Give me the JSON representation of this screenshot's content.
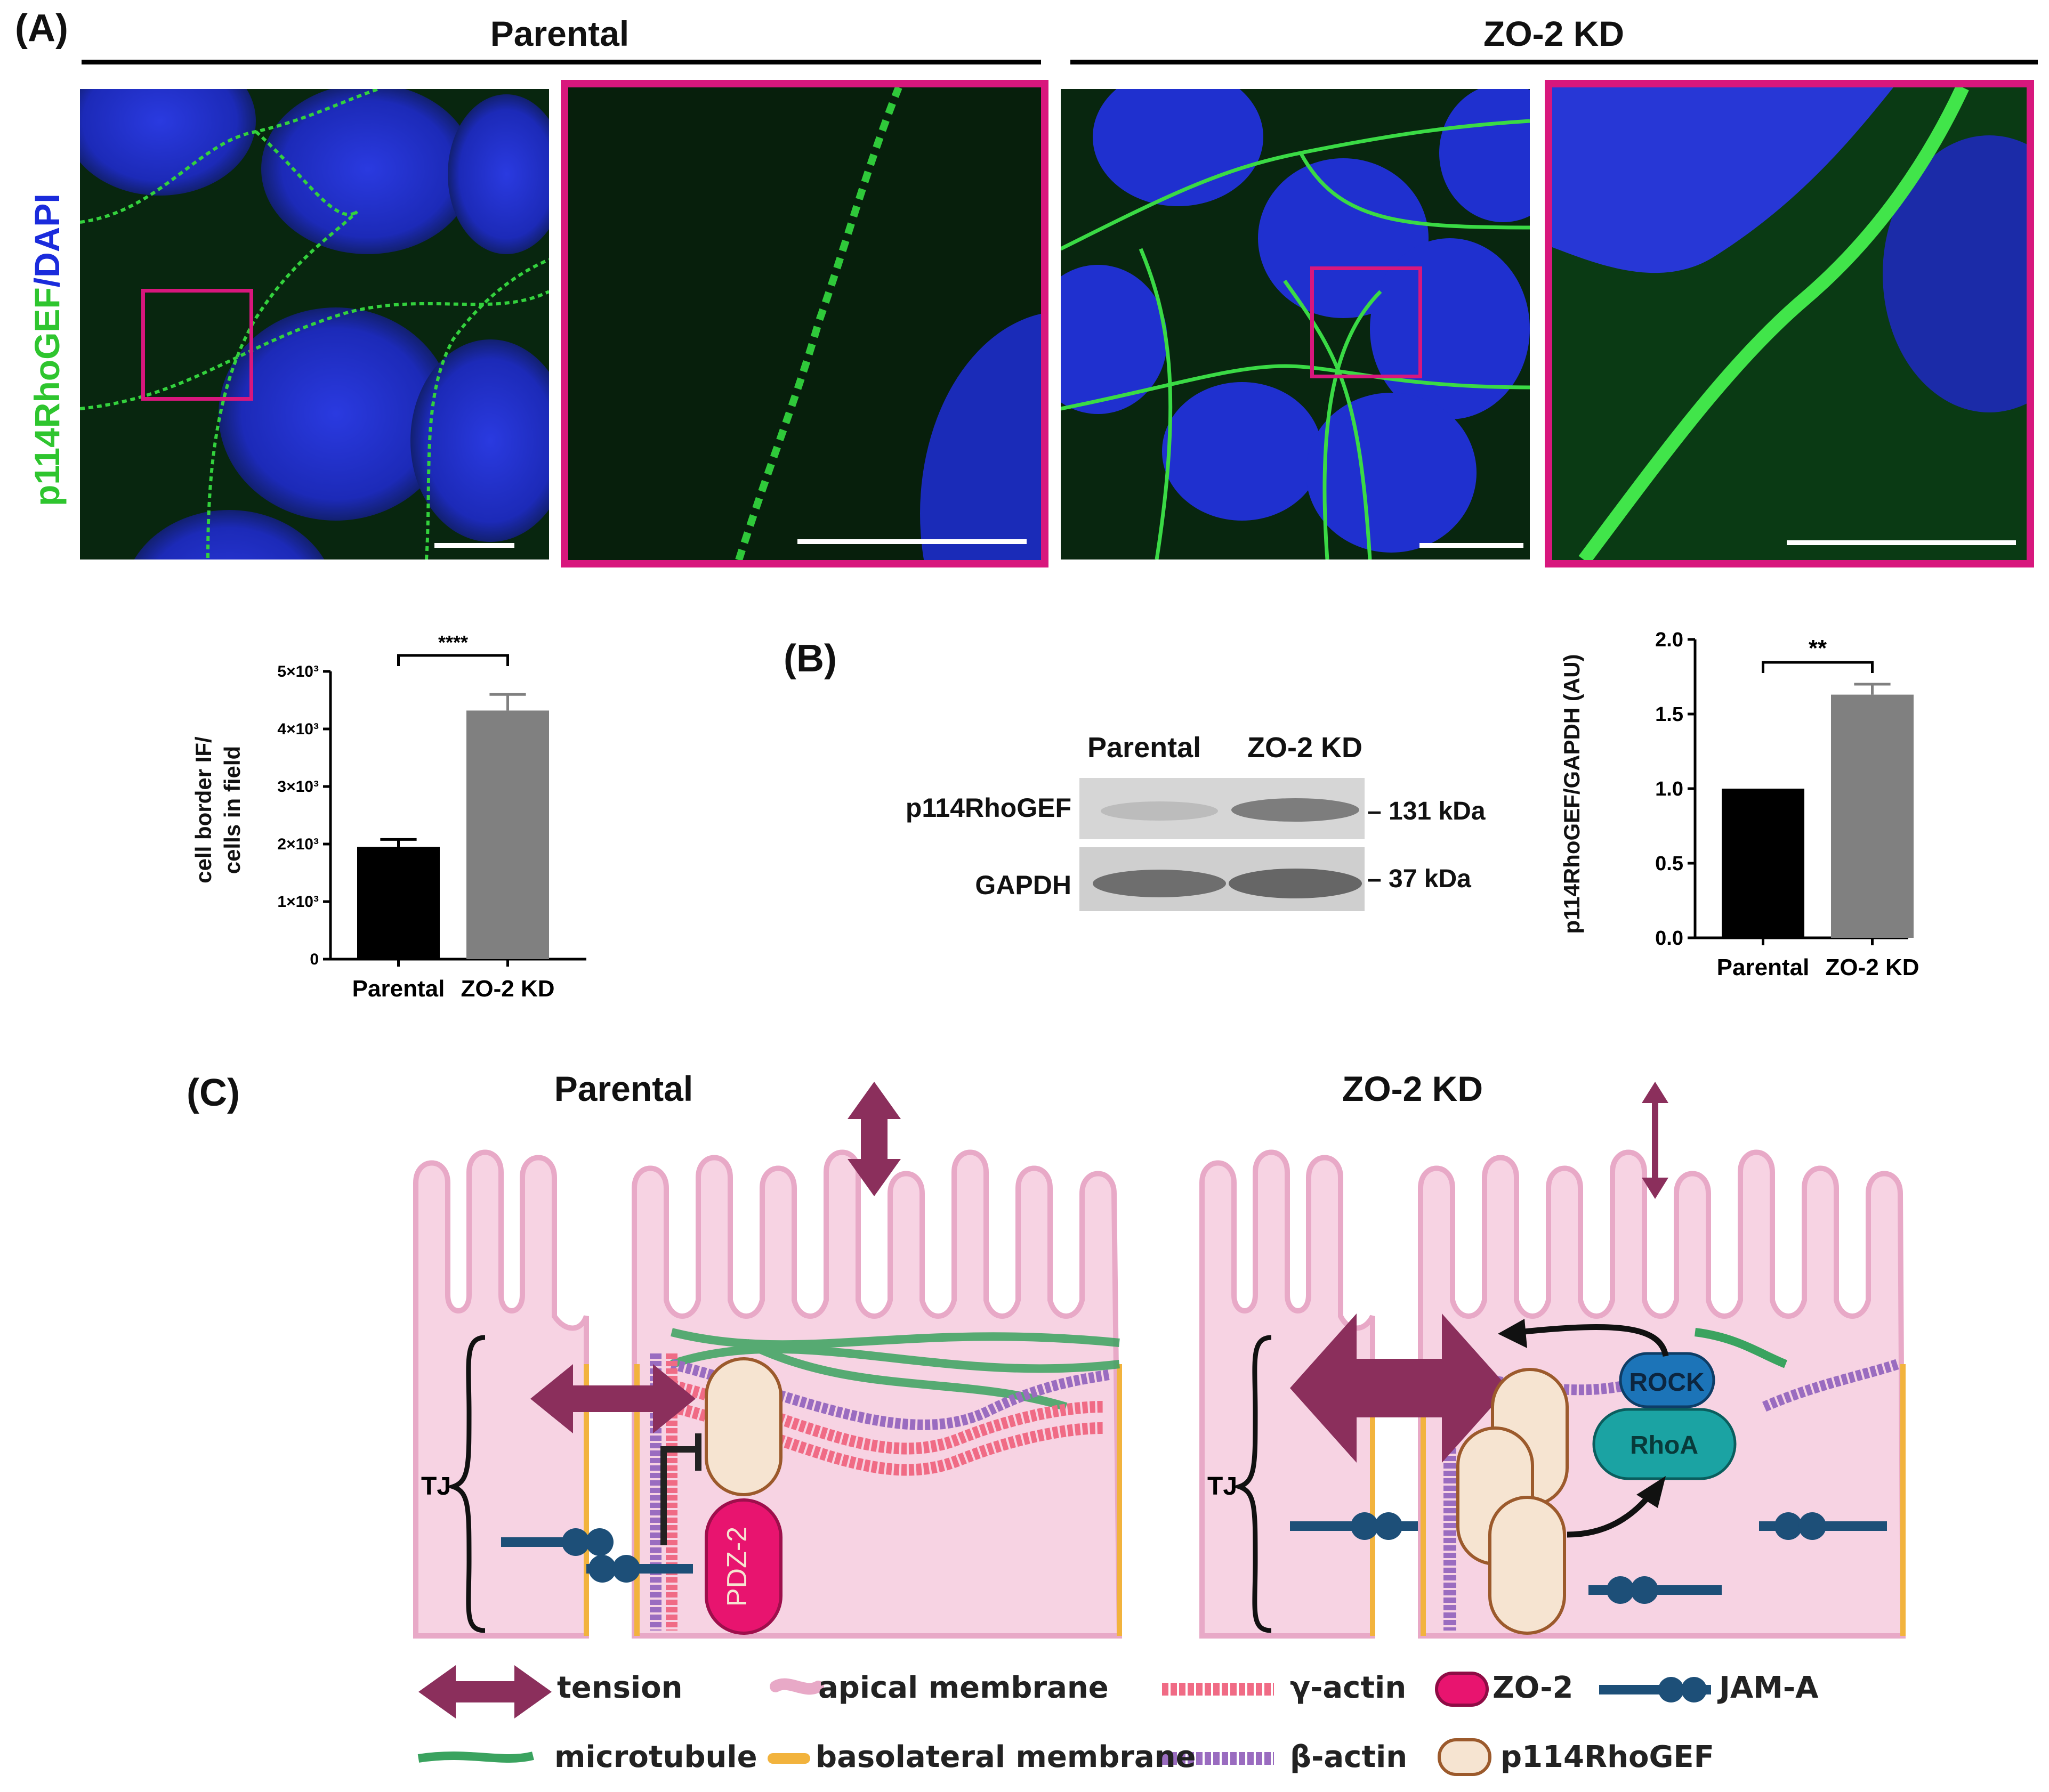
{
  "panel_a": {
    "label": "(A)",
    "group_left": "Parental",
    "group_right": "ZO-2 KD",
    "stain_green": "p114RhoGEF",
    "stain_sep": "/",
    "stain_blue": "DAPI",
    "colors": {
      "green": "#2ec52e",
      "blue": "#1a2bdc",
      "roi": "#d8177d"
    }
  },
  "chart_data": [
    {
      "type": "bar",
      "categories": [
        "Parental",
        "ZO-2 KD"
      ],
      "values": [
        1950,
        4320
      ],
      "errors": [
        130,
        280
      ],
      "ylabel": "cell border IF/ cells in field",
      "ylabel_line1": "cell border IF/",
      "ylabel_line2": "cells in field",
      "yticks": [
        "0",
        "1×10³",
        "2×10³",
        "3×10³",
        "4×10³",
        "5×10³"
      ],
      "ylim": [
        0,
        5000
      ],
      "significance": "****",
      "colors": [
        "#000000",
        "#808080"
      ]
    },
    {
      "type": "bar",
      "categories": [
        "Parental",
        "ZO-2 KD"
      ],
      "values": [
        1.0,
        1.63
      ],
      "errors": [
        0,
        0.07
      ],
      "ylabel": "p114RhoGEF/GAPDH (AU)",
      "yticks": [
        "0.0",
        "0.5",
        "1.0",
        "1.5",
        "2.0"
      ],
      "ylim": [
        0,
        2.0
      ],
      "significance": "**",
      "colors": [
        "#000000",
        "#808080"
      ]
    }
  ],
  "panel_b": {
    "label": "(B)",
    "lanes": [
      "Parental",
      "ZO-2 KD"
    ],
    "rows": [
      {
        "protein": "p114RhoGEF",
        "size": "– 131 kDa"
      },
      {
        "protein": "GAPDH",
        "size": "– 37 kDa"
      }
    ]
  },
  "panel_c": {
    "label": "(C)",
    "title_left": "Parental",
    "title_right": "ZO-2 KD",
    "tj": "TJ",
    "pdz": "PDZ-2",
    "rock": "ROCK",
    "rhoa": "RhoA",
    "colors": {
      "tension": "#8b2f5c",
      "cytoplasm": "#f7d3e3",
      "apical_membrane": "#e8a9c7",
      "basolateral_membrane": "#f2b33d",
      "microtubule": "#3aa35f",
      "gamma_actin": "#f06b85",
      "beta_actin": "#9a6cc0",
      "zo2": "#e8146f",
      "jama": "#1d4f78",
      "p114": "#f6e4d1",
      "rock": "#1c74b8",
      "rhoa": "#1ba3a3"
    },
    "legend": [
      {
        "icon": "tension-arrow",
        "label": "tension"
      },
      {
        "icon": "apical-membrane",
        "label": "apical membrane"
      },
      {
        "icon": "gamma-actin",
        "label": "γ-actin"
      },
      {
        "icon": "zo2",
        "label": "ZO-2"
      },
      {
        "icon": "jama",
        "label": "JAM-A"
      },
      {
        "icon": "microtubule",
        "label": "microtubule"
      },
      {
        "icon": "basolateral-membrane",
        "label": "basolateral membrane"
      },
      {
        "icon": "beta-actin",
        "label": "β-actin"
      },
      {
        "icon": "p114",
        "label": "p114RhoGEF"
      }
    ]
  }
}
